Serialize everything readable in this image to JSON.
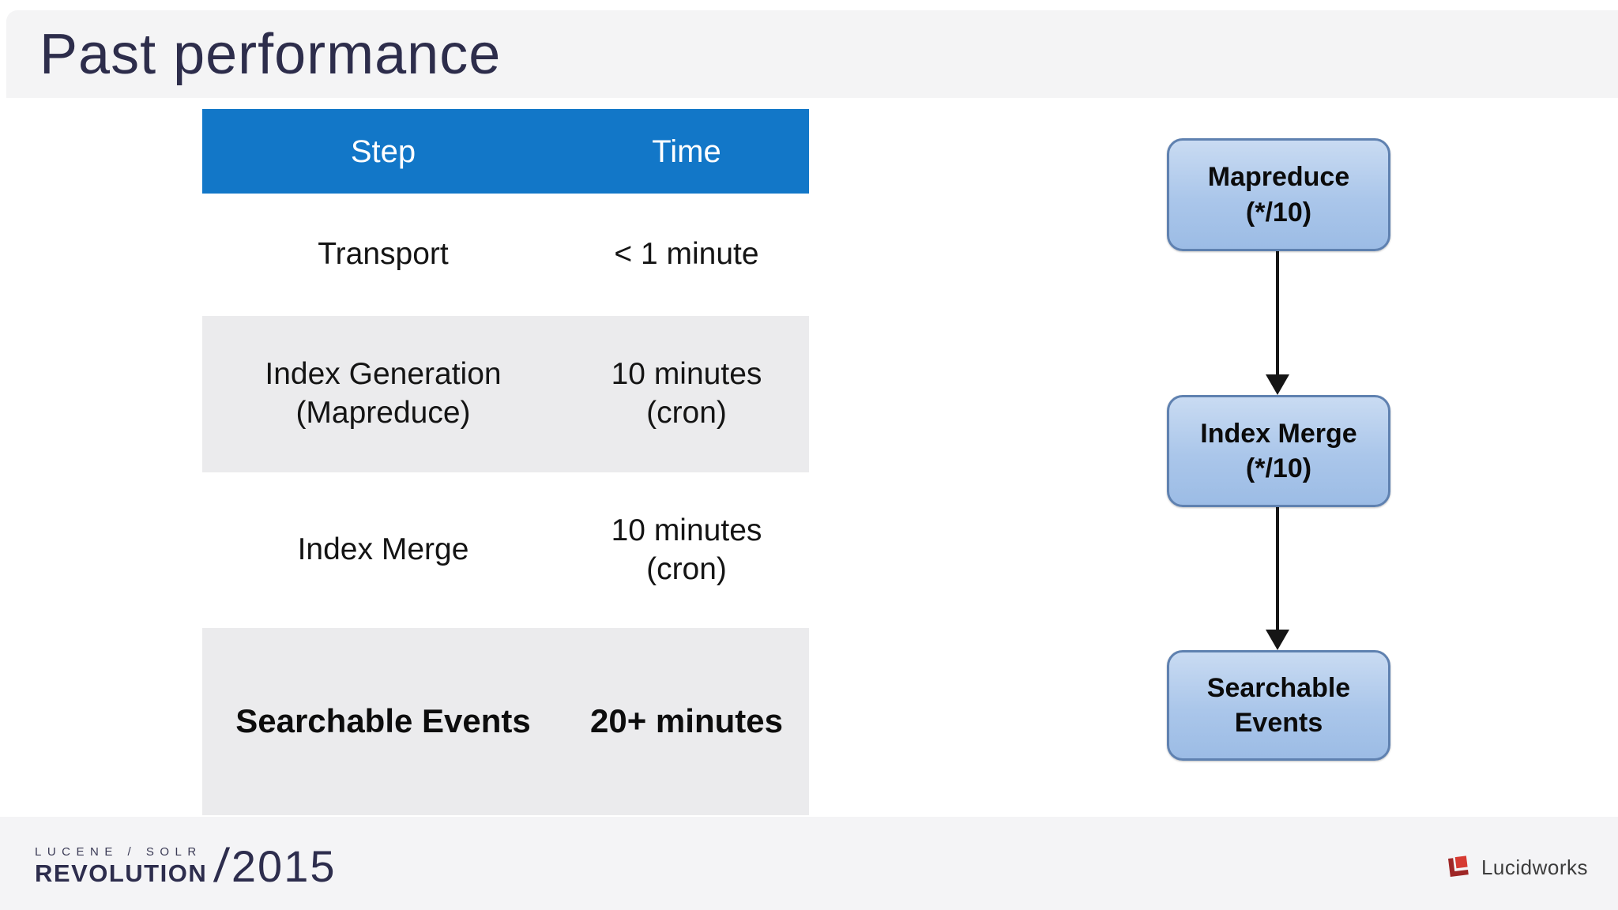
{
  "header": {
    "title": "Past performance"
  },
  "table": {
    "columns": [
      "Step",
      "Time"
    ],
    "rows": [
      {
        "step": "Transport",
        "time": "< 1 minute"
      },
      {
        "step": "Index Generation\n(Mapreduce)",
        "time": "10 minutes\n(cron)"
      },
      {
        "step": "Index Merge",
        "time": "10 minutes\n(cron)"
      },
      {
        "step": "Searchable Events",
        "time": "20+ minutes"
      }
    ]
  },
  "flowchart": {
    "nodes": [
      {
        "label": "Mapreduce\n(*/10)"
      },
      {
        "label": "Index Merge\n(*/10)"
      },
      {
        "label": "Searchable\nEvents"
      }
    ],
    "arrows": [
      {
        "from": "Mapreduce (*/10)",
        "to": "Index Merge (*/10)"
      },
      {
        "from": "Index Merge (*/10)",
        "to": "Searchable Events"
      }
    ]
  },
  "footer": {
    "conference": {
      "series": "LUCENE / SOLR",
      "name": "REVOLUTION",
      "separator": "/",
      "year": "2015"
    },
    "brand": {
      "name": "Lucidworks"
    }
  },
  "colors": {
    "accent_blue": "#1277c8",
    "row_gray": "#ebebed",
    "band_gray": "#f4f4f5",
    "footer_gray": "#f4f4f6",
    "title_navy": "#2d2d4b",
    "logo_navy": "#2d2d4d",
    "node_fill_top": "#c9dbf2",
    "node_fill_bottom": "#9cbce5",
    "node_border": "#5f81b0",
    "brand_red_bright": "#d63a32",
    "brand_red_dark": "#9e2626"
  }
}
